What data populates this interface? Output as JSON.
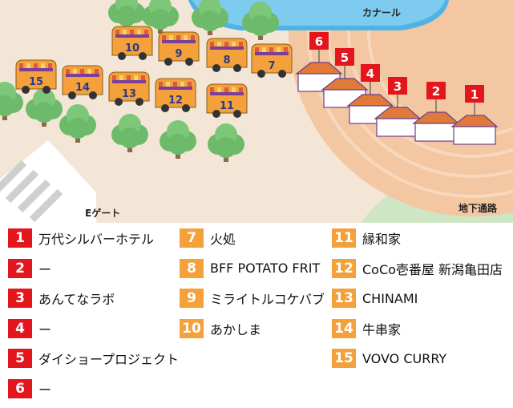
{
  "map": {
    "labels": {
      "canal": "カナール",
      "e_gate": "Eゲート",
      "underground": "地下通路"
    },
    "tents": [
      "6",
      "5",
      "4",
      "3",
      "2",
      "1"
    ],
    "trucks": [
      "10",
      "9",
      "8",
      "7",
      "15",
      "14",
      "13",
      "12",
      "11"
    ]
  },
  "legend": {
    "shops": [
      {
        "no": "1",
        "name": "万代シルバーホテル",
        "kind": "tent"
      },
      {
        "no": "2",
        "name": "ー",
        "kind": "tent"
      },
      {
        "no": "3",
        "name": "あんてなラボ",
        "kind": "tent"
      },
      {
        "no": "4",
        "name": "ー",
        "kind": "tent"
      },
      {
        "no": "5",
        "name": "ダイショープロジェクト",
        "kind": "tent"
      },
      {
        "no": "6",
        "name": "ー",
        "kind": "tent"
      },
      {
        "no": "7",
        "name": "火処",
        "kind": "truck"
      },
      {
        "no": "8",
        "name": "BFF POTATO FRIT",
        "kind": "truck"
      },
      {
        "no": "9",
        "name": "ミライトルコケバブ",
        "kind": "truck"
      },
      {
        "no": "10",
        "name": "あかしま",
        "kind": "truck"
      },
      {
        "no": "11",
        "name": "縁和家",
        "kind": "truck"
      },
      {
        "no": "12",
        "name": "CoCo壱番屋 新潟亀田店",
        "kind": "truck"
      },
      {
        "no": "13",
        "name": "CHINAMI",
        "kind": "truck"
      },
      {
        "no": "14",
        "name": "牛串家",
        "kind": "truck"
      },
      {
        "no": "15",
        "name": "VOVO CURRY",
        "kind": "truck"
      }
    ]
  },
  "colors": {
    "tent_badge": "#e3161d",
    "truck_badge": "#f4a13c",
    "ground": "#f3e6d6",
    "water": "#4fb3e6",
    "plaza": "#f6c9a7",
    "green": "#bfe0b6",
    "tree": "#6dbb6a"
  }
}
